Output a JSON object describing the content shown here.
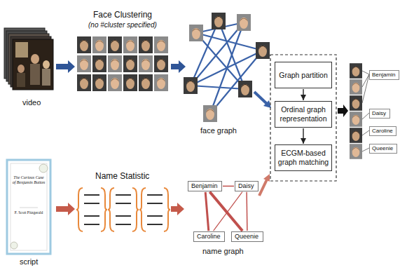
{
  "diagram": {
    "nodes": [
      {
        "text": [
          "Graph partition"
        ]
      },
      {
        "text": [
          "Ordinal graph representation"
        ]
      },
      {
        "text": [
          "ECGM-based graph matching"
        ]
      },
      {
        "text": [
          "Benjamin"
        ]
      },
      {
        "text": [
          "Daisy"
        ]
      },
      {
        "text": [
          "Caroline"
        ]
      },
      {
        "text": [
          "Queenie"
        ]
      },
      {
        "text": [
          "Benjamin"
        ]
      },
      {
        "text": [
          "Daisy"
        ]
      },
      {
        "text": [
          "Caroline"
        ]
      },
      {
        "text": [
          "Queenie"
        ]
      }
    ],
    "edges": [
      {
        "from": 0,
        "to": 1,
        "arrow": "to"
      },
      {
        "from": 1,
        "to": 2,
        "arrow": "to"
      },
      {
        "from": 3,
        "to": 4,
        "arrow": "none"
      },
      {
        "from": 3,
        "to": 6,
        "arrow": "none"
      },
      {
        "from": 3,
        "to": 5,
        "arrow": "none"
      },
      {
        "from": 4,
        "to": 5,
        "arrow": "none"
      },
      {
        "from": 4,
        "to": 6,
        "arrow": "none"
      }
    ],
    "labels": [
      "Face Clustering",
      "(no #cluster specified)",
      "video",
      "face graph",
      "script",
      "Name Statistic",
      "name graph",
      "The Curious Case of Benjamin Button",
      "F. Scott Fitzgerald"
    ]
  }
}
